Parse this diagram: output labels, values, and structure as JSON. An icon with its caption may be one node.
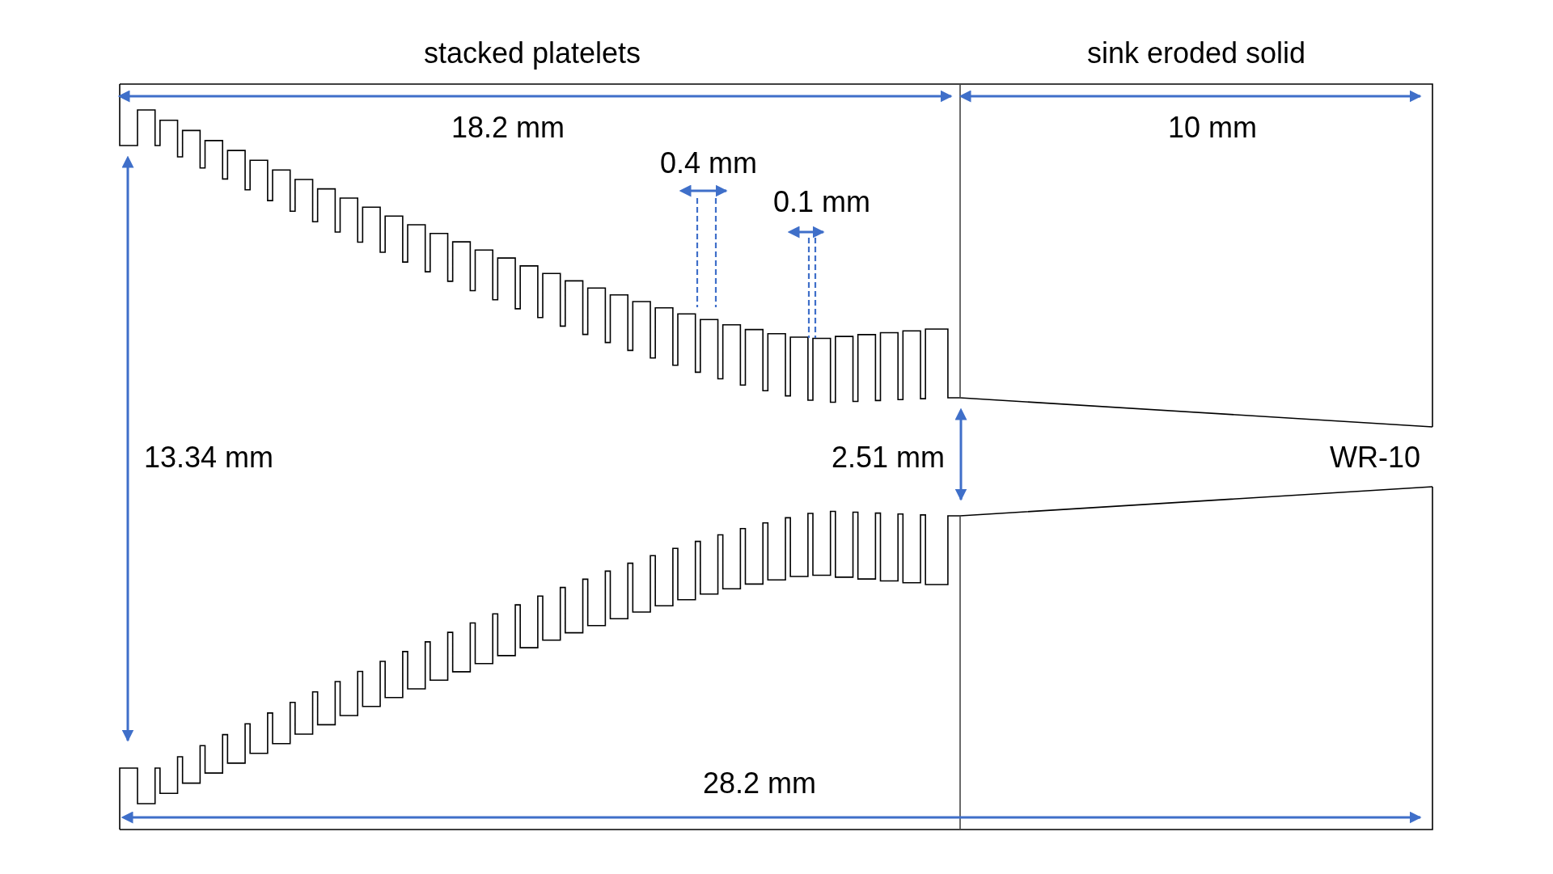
{
  "diagram": {
    "labels": [
      "stacked platelets",
      "sink eroded solid",
      "18.2 mm",
      "10 mm",
      "0.4 mm",
      "0.1 mm",
      "13.34 mm",
      "2.51 mm",
      "WR-10",
      "28.2 mm"
    ]
  }
}
